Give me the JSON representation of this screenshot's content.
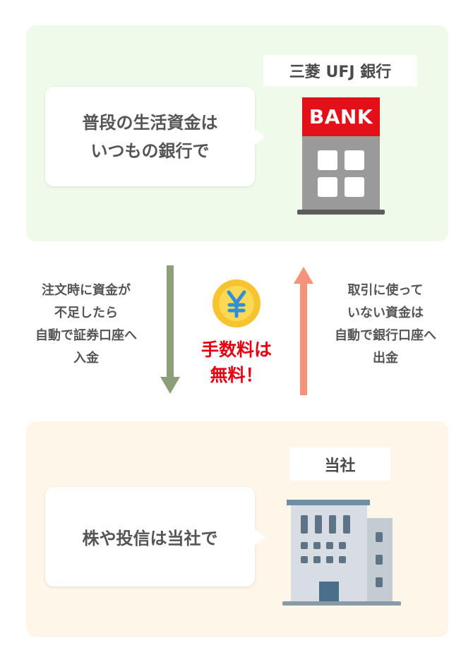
{
  "colors": {
    "bank_panel_bg": "#eefbea",
    "company_panel_bg": "#fdf6e9",
    "bank_red": "#e3101a",
    "fee_red": "#e60012",
    "arrow_down": "#8c9f79",
    "arrow_up": "#f4937a",
    "coin_gold": "#f7c32f",
    "building_blue": "#4a6f8a"
  },
  "bank_section": {
    "bubble_lines": [
      "普段の生活資金は",
      "いつもの銀行で"
    ],
    "name": "三菱 UFJ 銀行",
    "sign_text": "BANK",
    "icon": "bank-building-icon"
  },
  "company_section": {
    "bubble_text": "株や投信は当社で",
    "name": "当社",
    "icon": "office-building-icon"
  },
  "flow": {
    "left_lines": [
      "注文時に資金が",
      "不足したら",
      "自動で証券口座へ",
      "入金"
    ],
    "right_lines": [
      "取引に使って",
      "いない資金は",
      "自動で銀行口座へ",
      "出金"
    ],
    "fee_lines": [
      "手数料は",
      "無料！"
    ],
    "coin_icon": "yen-coin-icon",
    "down_arrow_icon": "arrow-down-icon",
    "up_arrow_icon": "arrow-up-icon"
  }
}
